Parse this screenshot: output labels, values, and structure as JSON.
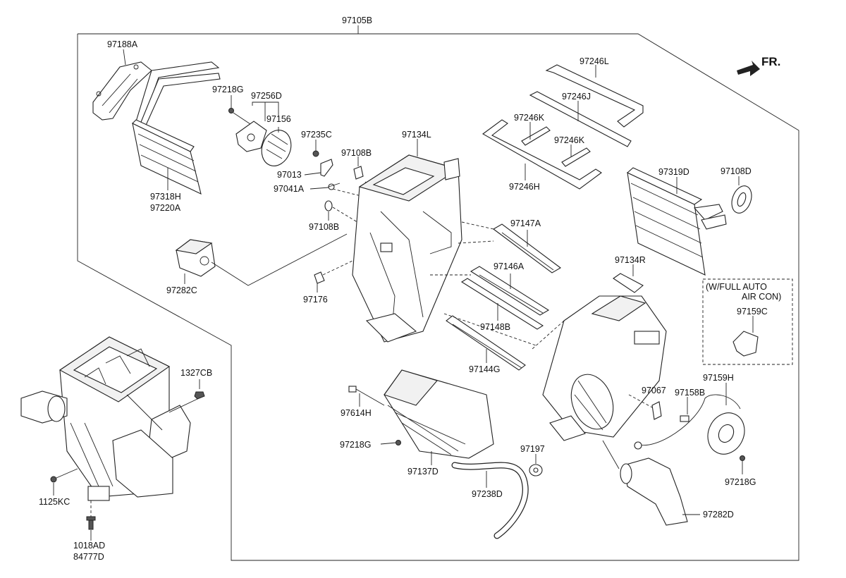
{
  "diagram": {
    "direction_label": "FR.",
    "note_line1": "(W/FULL AUTO",
    "note_line2": "AIR CON)",
    "labels": {
      "p97105B": "97105B",
      "p97188A": "97188A",
      "p97218G_a": "97218G",
      "p97256D": "97256D",
      "p97156": "97156",
      "p97235C": "97235C",
      "p97134L": "97134L",
      "p97246L": "97246L",
      "p97246J": "97246J",
      "p97246K_a": "97246K",
      "p97246K_b": "97246K",
      "p97246H": "97246H",
      "p97108B_a": "97108B",
      "p97013": "97013",
      "p97041A": "97041A",
      "p97108B_b": "97108B",
      "p97318H": "97318H",
      "p97220A": "97220A",
      "p97282C": "97282C",
      "p97176": "97176",
      "p97147A": "97147A",
      "p97146A": "97146A",
      "p97148B": "97148B",
      "p97144G": "97144G",
      "p97319D": "97319D",
      "p97108D": "97108D",
      "p97134R": "97134R",
      "p97159C": "97159C",
      "p1327CB": "1327CB",
      "p97614H": "97614H",
      "p97218G_b": "97218G",
      "p97137D": "97137D",
      "p97238D": "97238D",
      "p97197": "97197",
      "p97067": "97067",
      "p97158B": "97158B",
      "p97159H": "97159H",
      "p97218G_c": "97218G",
      "p97282D": "97282D",
      "p1125KC": "1125KC",
      "p1018AD": "1018AD",
      "p84777D": "84777D"
    }
  }
}
